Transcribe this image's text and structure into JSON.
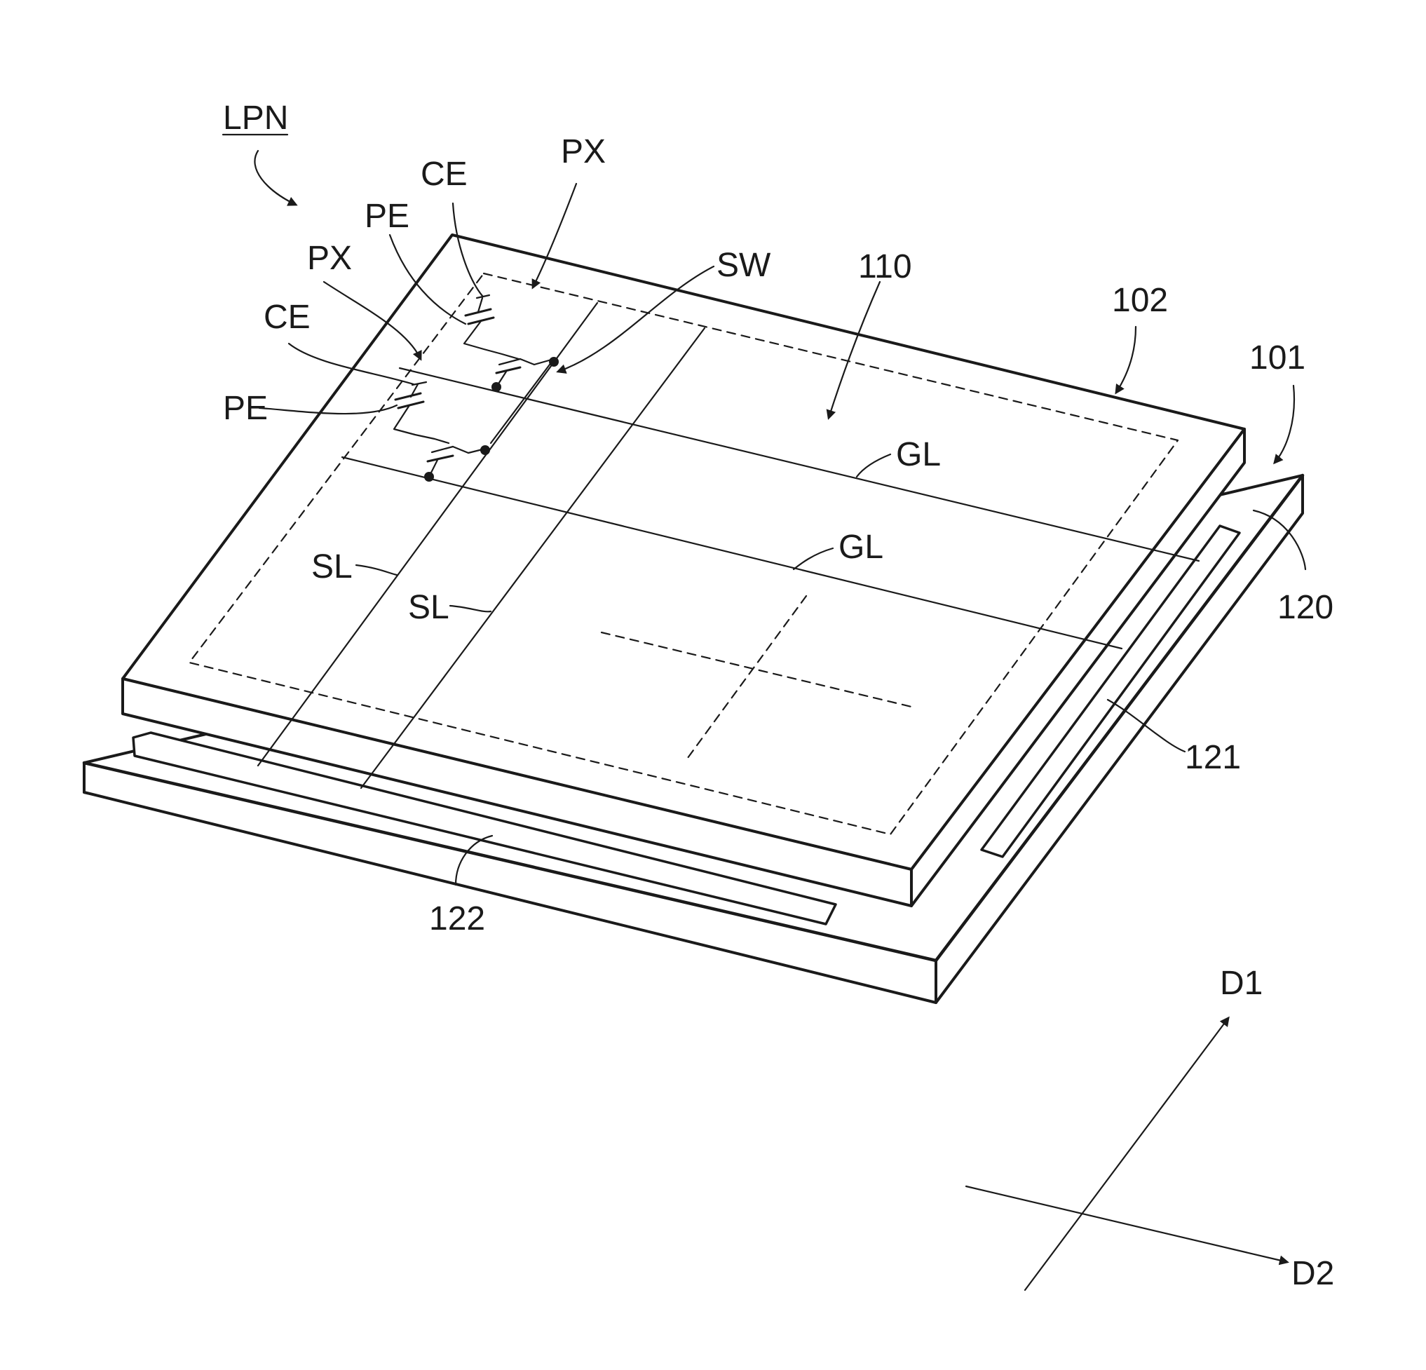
{
  "labels": {
    "lpn": "LPN",
    "px_top": "PX",
    "ce_top": "CE",
    "pe_top": "PE",
    "px_left": "PX",
    "ce_left": "CE",
    "pe_left": "PE",
    "sw": "SW",
    "area_110": "110",
    "sub_102": "102",
    "sub_101": "101",
    "gl_upper": "GL",
    "gl_lower": "GL",
    "sl_left": "SL",
    "sl_right": "SL",
    "pad_120": "120",
    "pad_121": "121",
    "pad_122": "122",
    "axis_d1": "D1",
    "axis_d2": "D2"
  },
  "colors": {
    "line": "#1a1a1a",
    "background": "#ffffff"
  }
}
